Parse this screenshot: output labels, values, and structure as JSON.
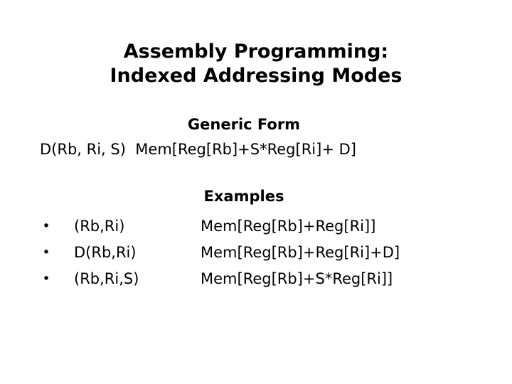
{
  "slide": {
    "background_color": "#ffffff",
    "text_color": "#000000",
    "title_lines": [
      "Assembly Programming:",
      "Indexed Addressing Modes"
    ],
    "generic": {
      "heading": "Generic Form",
      "formula": "D(Rb, Ri, S)  Mem[Reg[Rb]+S*Reg[Ri]+ D]"
    },
    "examples": {
      "heading": "Examples",
      "bullet_glyph": "•",
      "rows": [
        {
          "mode": "(Rb,Ri)",
          "expression": "Mem[Reg[Rb]+Reg[Ri]]"
        },
        {
          "mode": "D(Rb,Ri)",
          "expression": "Mem[Reg[Rb]+Reg[Ri]+D]"
        },
        {
          "mode": "(Rb,Ri,S)",
          "expression": "Mem[Reg[Rb]+S*Reg[Ri]]"
        }
      ]
    }
  }
}
